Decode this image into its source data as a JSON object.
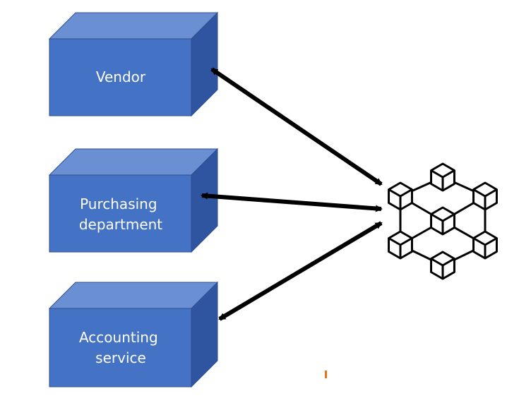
{
  "diagram": {
    "colors": {
      "box_front": "#4472C4",
      "box_top": "#6A8FD3",
      "box_side": "#2F55A0",
      "box_edge": "#2E4F8E",
      "arrow": "#000000",
      "network_stroke": "#000000",
      "cursor_mark": "#E8731A"
    },
    "boxes": [
      {
        "id": "vendor",
        "label_lines": [
          "Vendor"
        ]
      },
      {
        "id": "purchasing",
        "label_lines": [
          "Purchasing",
          "department"
        ]
      },
      {
        "id": "accounting",
        "label_lines": [
          "Accounting",
          "service"
        ]
      }
    ],
    "network_icon": "blockchain-network-icon",
    "arrows": [
      {
        "from": "vendor",
        "to": "blockchain-network",
        "direction": "bidirectional"
      },
      {
        "from": "purchasing",
        "to": "blockchain-network",
        "direction": "bidirectional"
      },
      {
        "from": "accounting",
        "to": "blockchain-network",
        "direction": "bidirectional"
      }
    ]
  }
}
